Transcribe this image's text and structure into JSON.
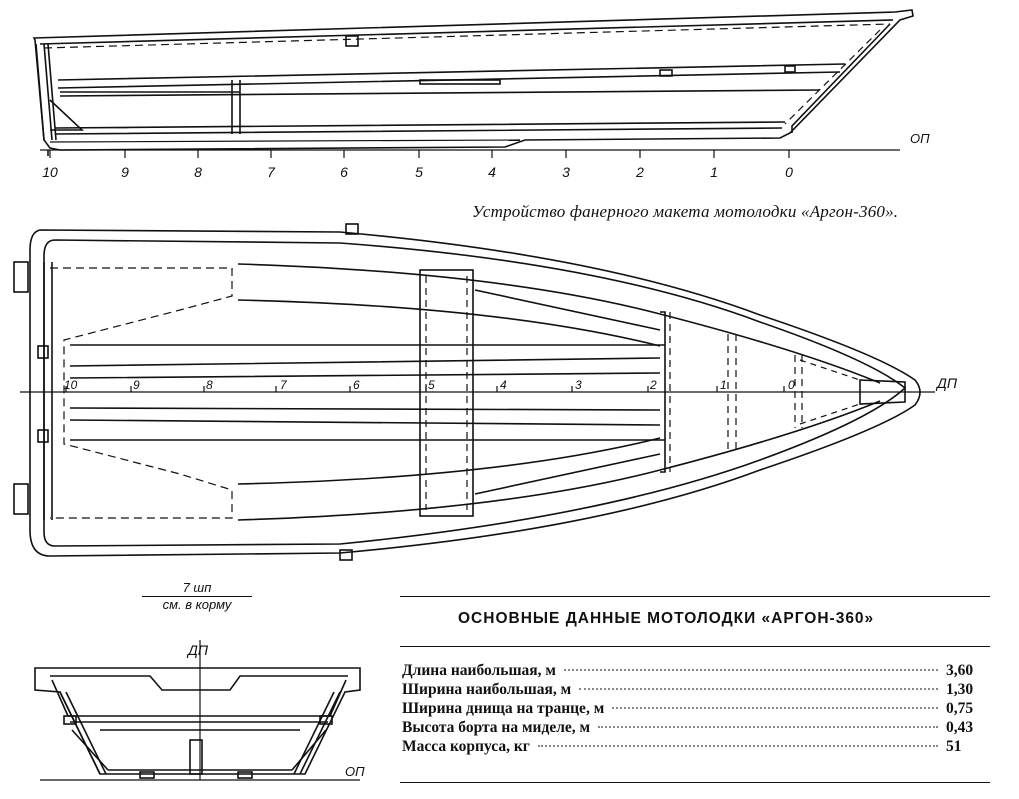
{
  "caption": "Устройство фанерного макета мотолодки «Аргон-360».",
  "side_view": {
    "baseline_label": "ОП",
    "stations": [
      "10",
      "9",
      "8",
      "7",
      "6",
      "5",
      "4",
      "3",
      "2",
      "1",
      "0"
    ]
  },
  "plan_view": {
    "centerline_label": "ДП",
    "stations": [
      "10",
      "9",
      "8",
      "7",
      "6",
      "5",
      "4",
      "3",
      "2",
      "1",
      "0"
    ]
  },
  "section_view": {
    "station_label_top": "7 шп",
    "station_label_bottom": "см. в корму",
    "centerline_label": "ДП",
    "baseline_label": "ОП"
  },
  "specs": {
    "title": "ОСНОВНЫЕ ДАННЫЕ МОТОЛОДКИ «АРГОН-360»",
    "rows": [
      {
        "name": "Длина наибольшая, м",
        "value": "3,60"
      },
      {
        "name": "Ширина наибольшая, м",
        "value": "1,30"
      },
      {
        "name": "Ширина днища на транце, м",
        "value": "0,75"
      },
      {
        "name": "Высота борта на миделе, м",
        "value": "0,43"
      },
      {
        "name": "Масса корпуса, кг",
        "value": "51"
      }
    ]
  }
}
